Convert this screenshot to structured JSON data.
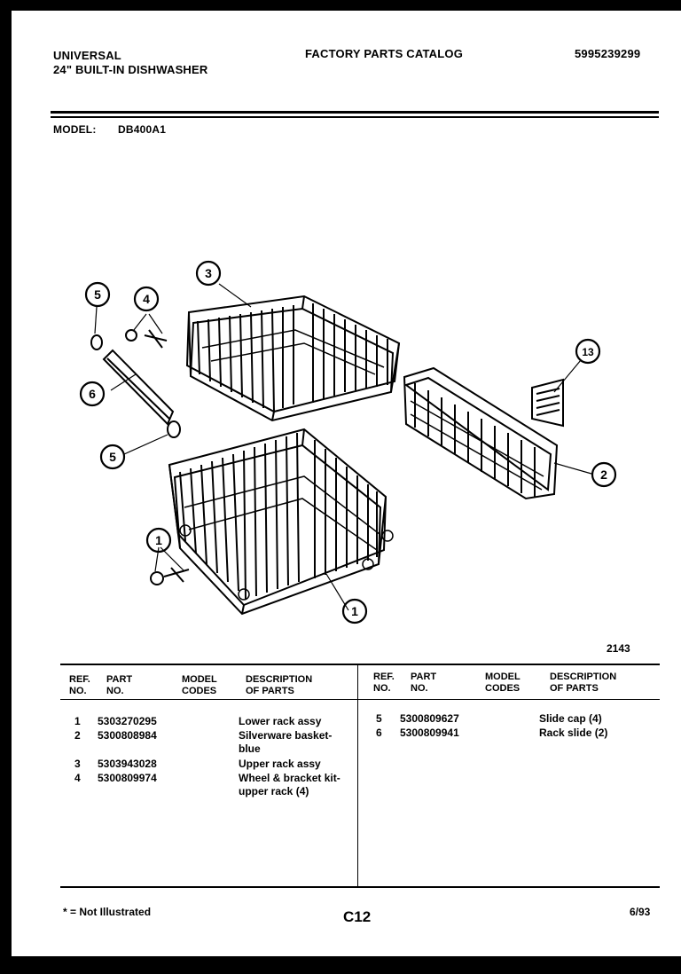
{
  "header": {
    "brand": "UNIVERSAL",
    "product": "24\" BUILT-IN DISHWASHER",
    "catalog_title": "FACTORY PARTS CATALOG",
    "catalog_number": "5995239299",
    "model_label": "MODEL:",
    "model_value": "DB400A1"
  },
  "diagram": {
    "number": "2143",
    "callouts": [
      "1",
      "1",
      "2",
      "3",
      "4",
      "5",
      "5",
      "6",
      "13"
    ]
  },
  "table": {
    "left_headers": {
      "ref": "REF. NO.",
      "part": "PART NO.",
      "model": "MODEL CODES",
      "desc": "DESCRIPTION OF PARTS"
    },
    "right_headers": {
      "ref": "REF. NO.",
      "part": "PART NO.",
      "model": "MODEL CODES",
      "desc": "DESCRIPTION OF PARTS"
    },
    "left_rows": [
      {
        "ref": "1",
        "part": "5303270295",
        "desc": "Lower rack assy"
      },
      {
        "ref": "2",
        "part": "5300808984",
        "desc": "Silverware basket-\nblue"
      },
      {
        "ref": "3",
        "part": "5303943028",
        "desc": "Upper rack assy"
      },
      {
        "ref": "4",
        "part": "5300809974",
        "desc": "Wheel & bracket kit-\nupper rack (4)"
      }
    ],
    "right_rows": [
      {
        "ref": "5",
        "part": "5300809627",
        "desc": "Slide cap (4)"
      },
      {
        "ref": "6",
        "part": "5300809941",
        "desc": "Rack slide (2)"
      }
    ]
  },
  "footer": {
    "note": "* = Not Illustrated",
    "page": "C12",
    "date": "6/93"
  }
}
